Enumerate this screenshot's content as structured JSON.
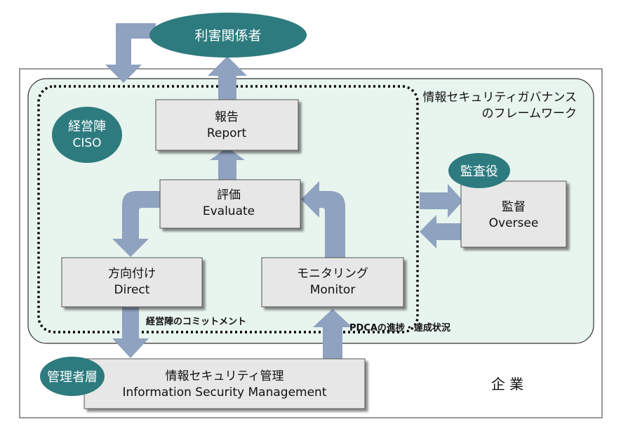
{
  "stakeholders": "利害関係者",
  "framework_title_line1": "情報セキュリティガバナンス",
  "framework_title_line2": "のフレームワーク",
  "ciso_line1": "経営陣",
  "ciso_line2": "CISO",
  "report_ja": "報告",
  "report_en": "Report",
  "evaluate_ja": "評価",
  "evaluate_en": "Evaluate",
  "direct_ja": "方向付け",
  "direct_en": "Direct",
  "monitor_ja": "モニタリング",
  "monitor_en": "Monitor",
  "auditor": "監査役",
  "oversee_ja": "監督",
  "oversee_en": "Oversee",
  "commitment": "経営陣のコミットメント",
  "pdca": "PDCAの進捗・達成状況",
  "manager_layer": "管理者層",
  "ism_ja": "情報セキュリティ管理",
  "ism_en": "Information Security Management",
  "enterprise": "企 業",
  "colors": {
    "teal": "#2e7b7f",
    "arrow": "#8fa2c0",
    "box_fill": "#e7e7e7",
    "panel_fill": "#e8f4ee"
  }
}
